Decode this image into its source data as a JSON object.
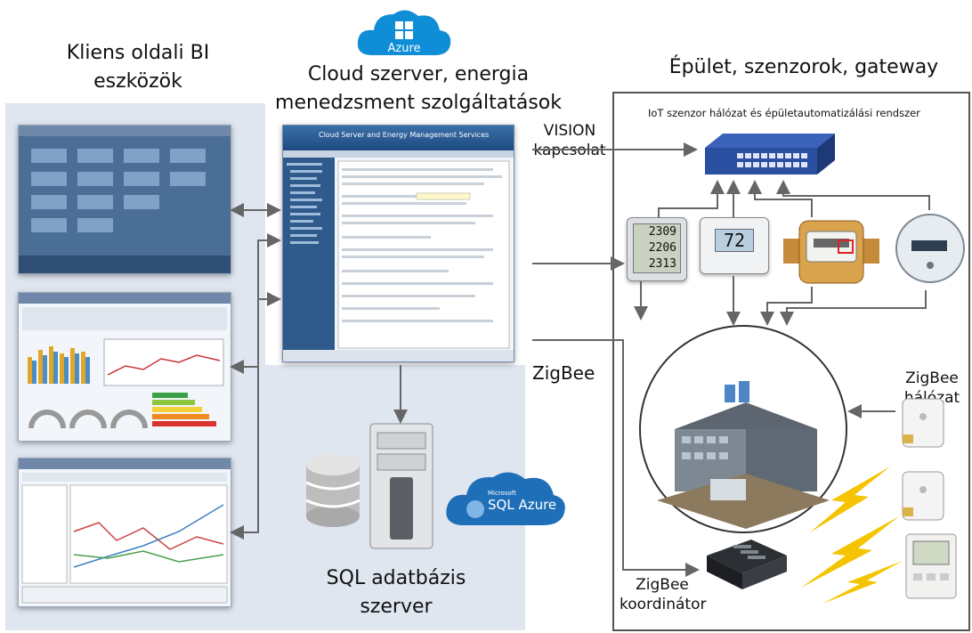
{
  "left": {
    "title_line1": "Kliens oldali BI",
    "title_line2": "eszközök"
  },
  "center": {
    "title_line1": "Cloud szerver, energia",
    "title_line2": "menedzsment szolgáltatások",
    "azure_label": "Azure",
    "app_window_title": "Cloud Server and Energy Management Services",
    "sql_line1": "SQL adatbázis",
    "sql_line2": "szerver",
    "sql_azure_small": "Microsoft",
    "sql_azure_label": "SQL Azure"
  },
  "right": {
    "title": "Épület, szenzorok, gateway",
    "network_label": "IoT szenzor hálózat és épületautomatizálási rendszer",
    "zigbee_net_line1": "ZigBee",
    "zigbee_net_line2": "hálózat",
    "coordinator_line1": "ZigBee",
    "coordinator_line2": "koordinátor",
    "meter_values": [
      "2309",
      "2206",
      "2313"
    ],
    "thermostat_value": "72"
  },
  "links": {
    "vision_line1": "VISION",
    "vision_line2": "kapcsolat",
    "zigbee": "ZigBee"
  },
  "colors": {
    "panel_bg": "#dfe6f0",
    "azure_blue": "#0f8dd6",
    "switch_blue": "#2b4fa0",
    "bolt_yellow": "#f5c400",
    "arrow_gray": "#666666"
  }
}
